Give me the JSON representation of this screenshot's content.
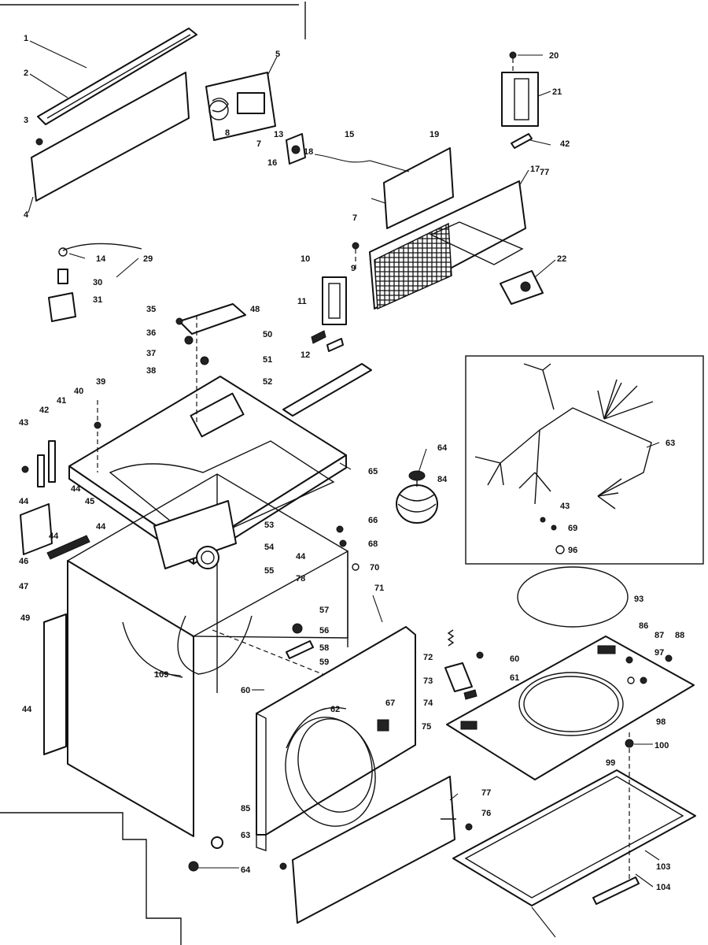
{
  "title": "",
  "colors": {
    "line": "#111111",
    "paper": "#ffffff"
  },
  "labels": [
    {
      "id": "1",
      "text": "1"
    },
    {
      "id": "2",
      "text": "2"
    },
    {
      "id": "3",
      "text": "3"
    },
    {
      "id": "4",
      "text": "4"
    },
    {
      "id": "5",
      "text": "5"
    },
    {
      "id": "7a",
      "text": "7"
    },
    {
      "id": "7b",
      "text": "7"
    },
    {
      "id": "8",
      "text": "8"
    },
    {
      "id": "9",
      "text": "9"
    },
    {
      "id": "10",
      "text": "10"
    },
    {
      "id": "11",
      "text": "11"
    },
    {
      "id": "12",
      "text": "12"
    },
    {
      "id": "13",
      "text": "13"
    },
    {
      "id": "14",
      "text": "14"
    },
    {
      "id": "15",
      "text": "15"
    },
    {
      "id": "16",
      "text": "16"
    },
    {
      "id": "17",
      "text": "17"
    },
    {
      "id": "18",
      "text": "18"
    },
    {
      "id": "19",
      "text": "19"
    },
    {
      "id": "20",
      "text": "20"
    },
    {
      "id": "21",
      "text": "21"
    },
    {
      "id": "22",
      "text": "22"
    },
    {
      "id": "29",
      "text": "29"
    },
    {
      "id": "30",
      "text": "30"
    },
    {
      "id": "31",
      "text": "31"
    },
    {
      "id": "35",
      "text": "35"
    },
    {
      "id": "36",
      "text": "36"
    },
    {
      "id": "37",
      "text": "37"
    },
    {
      "id": "38",
      "text": "38"
    },
    {
      "id": "39",
      "text": "39"
    },
    {
      "id": "40",
      "text": "40"
    },
    {
      "id": "41",
      "text": "41"
    },
    {
      "id": "42a",
      "text": "42"
    },
    {
      "id": "42b",
      "text": "42"
    },
    {
      "id": "43a",
      "text": "43"
    },
    {
      "id": "43b",
      "text": "43"
    },
    {
      "id": "44a",
      "text": "44"
    },
    {
      "id": "44b",
      "text": "44"
    },
    {
      "id": "44c",
      "text": "44"
    },
    {
      "id": "44d",
      "text": "44"
    },
    {
      "id": "44e",
      "text": "44"
    },
    {
      "id": "44f",
      "text": "44"
    },
    {
      "id": "45",
      "text": "45"
    },
    {
      "id": "46",
      "text": "46"
    },
    {
      "id": "47",
      "text": "47"
    },
    {
      "id": "48",
      "text": "48"
    },
    {
      "id": "49",
      "text": "49"
    },
    {
      "id": "50",
      "text": "50"
    },
    {
      "id": "51",
      "text": "51"
    },
    {
      "id": "52",
      "text": "52"
    },
    {
      "id": "53",
      "text": "53"
    },
    {
      "id": "54",
      "text": "54"
    },
    {
      "id": "55",
      "text": "55"
    },
    {
      "id": "56",
      "text": "56"
    },
    {
      "id": "57",
      "text": "57"
    },
    {
      "id": "58",
      "text": "58"
    },
    {
      "id": "59",
      "text": "59"
    },
    {
      "id": "60a",
      "text": "60"
    },
    {
      "id": "60b",
      "text": "60"
    },
    {
      "id": "61",
      "text": "61"
    },
    {
      "id": "62",
      "text": "62"
    },
    {
      "id": "63a",
      "text": "63"
    },
    {
      "id": "63b",
      "text": "63"
    },
    {
      "id": "64a",
      "text": "64"
    },
    {
      "id": "64b",
      "text": "64"
    },
    {
      "id": "65",
      "text": "65"
    },
    {
      "id": "66",
      "text": "66"
    },
    {
      "id": "67",
      "text": "67"
    },
    {
      "id": "68",
      "text": "68"
    },
    {
      "id": "69",
      "text": "69"
    },
    {
      "id": "70",
      "text": "70"
    },
    {
      "id": "71",
      "text": "71"
    },
    {
      "id": "72",
      "text": "72"
    },
    {
      "id": "73",
      "text": "73"
    },
    {
      "id": "74",
      "text": "74"
    },
    {
      "id": "75",
      "text": "75"
    },
    {
      "id": "76",
      "text": "76"
    },
    {
      "id": "77a",
      "text": "77"
    },
    {
      "id": "77b",
      "text": "77"
    },
    {
      "id": "78",
      "text": "78"
    },
    {
      "id": "84",
      "text": "84"
    },
    {
      "id": "85",
      "text": "85"
    },
    {
      "id": "86",
      "text": "86"
    },
    {
      "id": "87",
      "text": "87"
    },
    {
      "id": "88",
      "text": "88"
    },
    {
      "id": "93",
      "text": "93"
    },
    {
      "id": "96",
      "text": "96"
    },
    {
      "id": "97",
      "text": "97"
    },
    {
      "id": "98",
      "text": "98"
    },
    {
      "id": "99",
      "text": "99"
    },
    {
      "id": "100",
      "text": "100"
    },
    {
      "id": "103",
      "text": "103"
    },
    {
      "id": "104",
      "text": "104"
    },
    {
      "id": "109",
      "text": "109"
    }
  ]
}
